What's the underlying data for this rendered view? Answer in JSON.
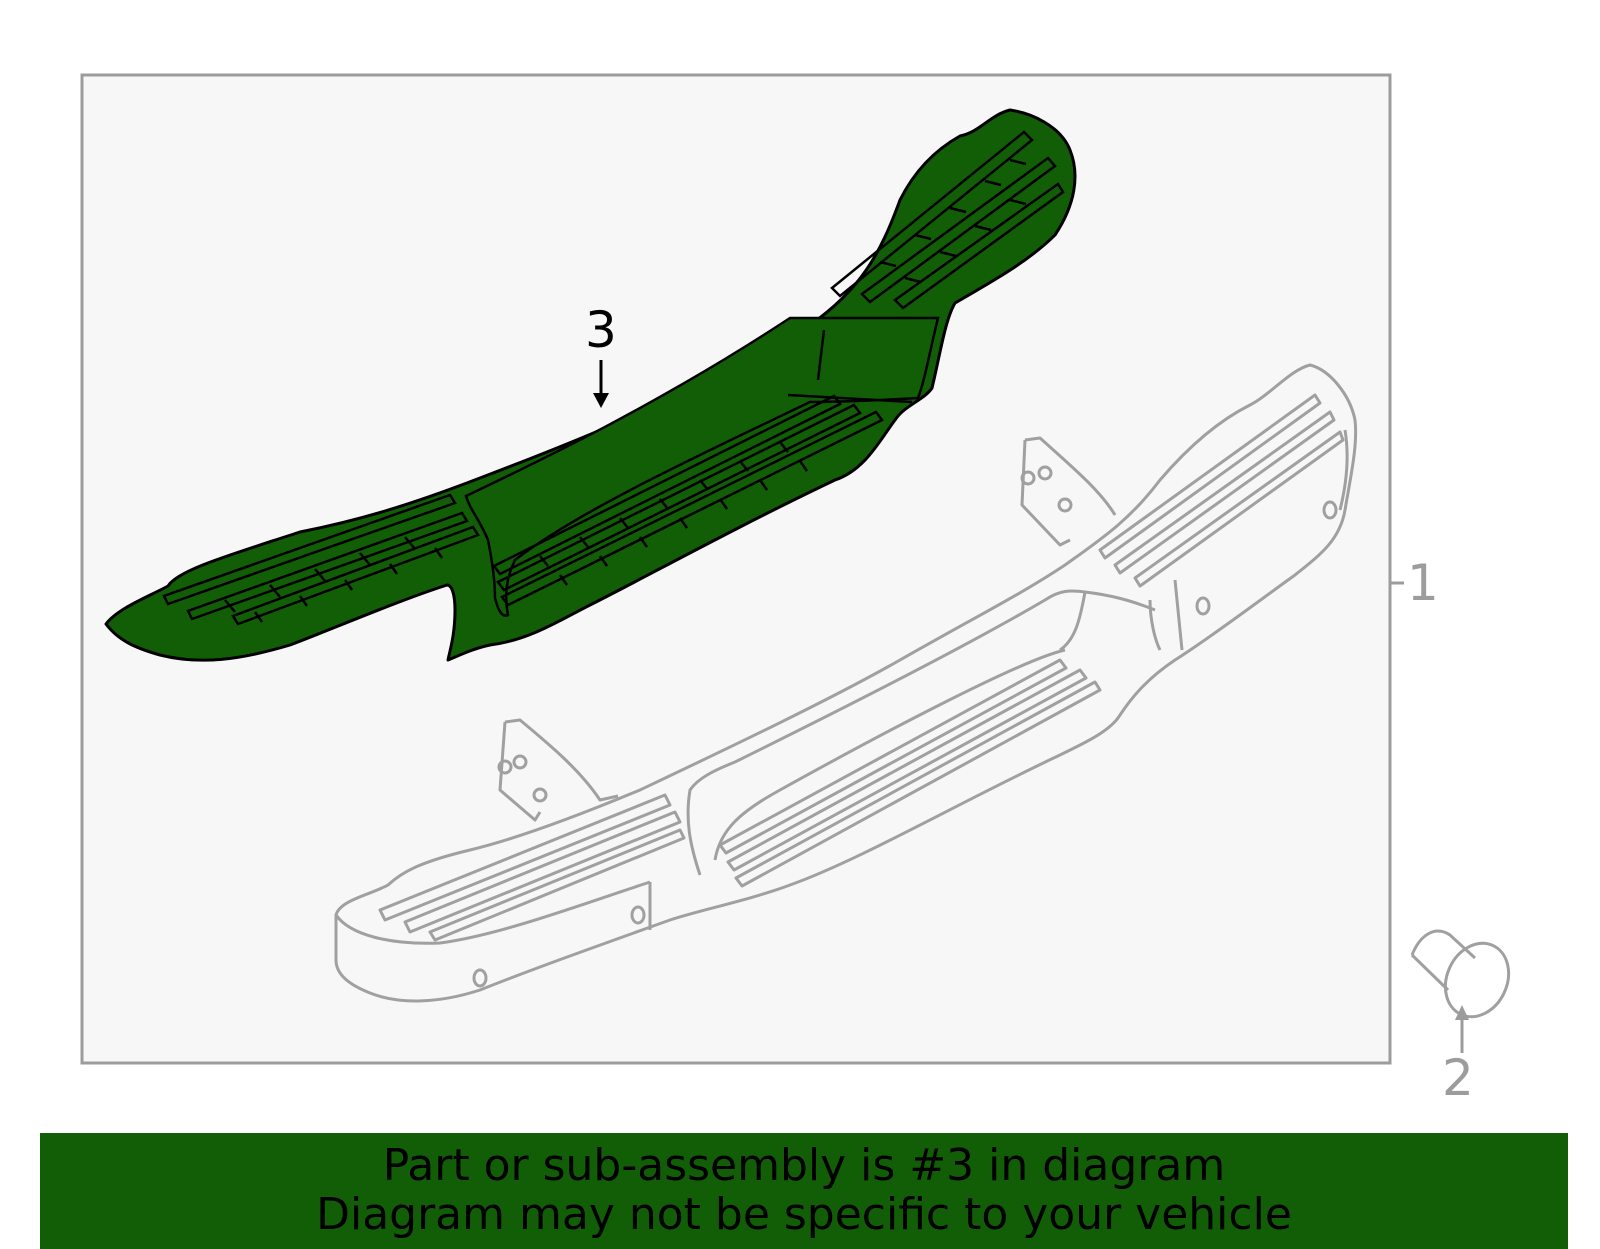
{
  "callouts": {
    "part1": "1",
    "part2": "2",
    "part3": "3"
  },
  "banner": {
    "line1": "Part or sub-assembly is #3 in diagram",
    "line2": "Diagram may not be specific to your vehicle"
  },
  "colors": {
    "highlight": "#115e07",
    "frame_bg": "#f7f7f7",
    "frame_stroke": "#9c9c9c",
    "part_outline": "#a0a0a0"
  }
}
